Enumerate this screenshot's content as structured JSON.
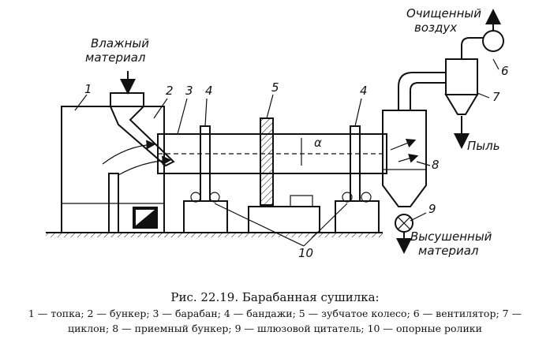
{
  "labels": {
    "wet_material": [
      "Влажный",
      "материал"
    ],
    "clean_air": [
      "Очищенный",
      "воздух"
    ],
    "dust": "Пыль",
    "dried_material": [
      "Высушенный",
      "материал"
    ],
    "alpha": "α"
  },
  "callouts": [
    "1",
    "2",
    "3",
    "4",
    "5",
    "6",
    "7",
    "8",
    "9",
    "10",
    "4"
  ],
  "caption": {
    "title": "Рис. 22.19. Барабанная сушилка:",
    "legend": "1 — топка; 2 — бункер; 3 — барабан; 4 — бандажи; 5 — зубчатое колесо; 6 — вентилятор; 7 — циклон; 8 — приемный бункер; 9 — шлюзовой цитатель; 10 — опорные ролики"
  }
}
